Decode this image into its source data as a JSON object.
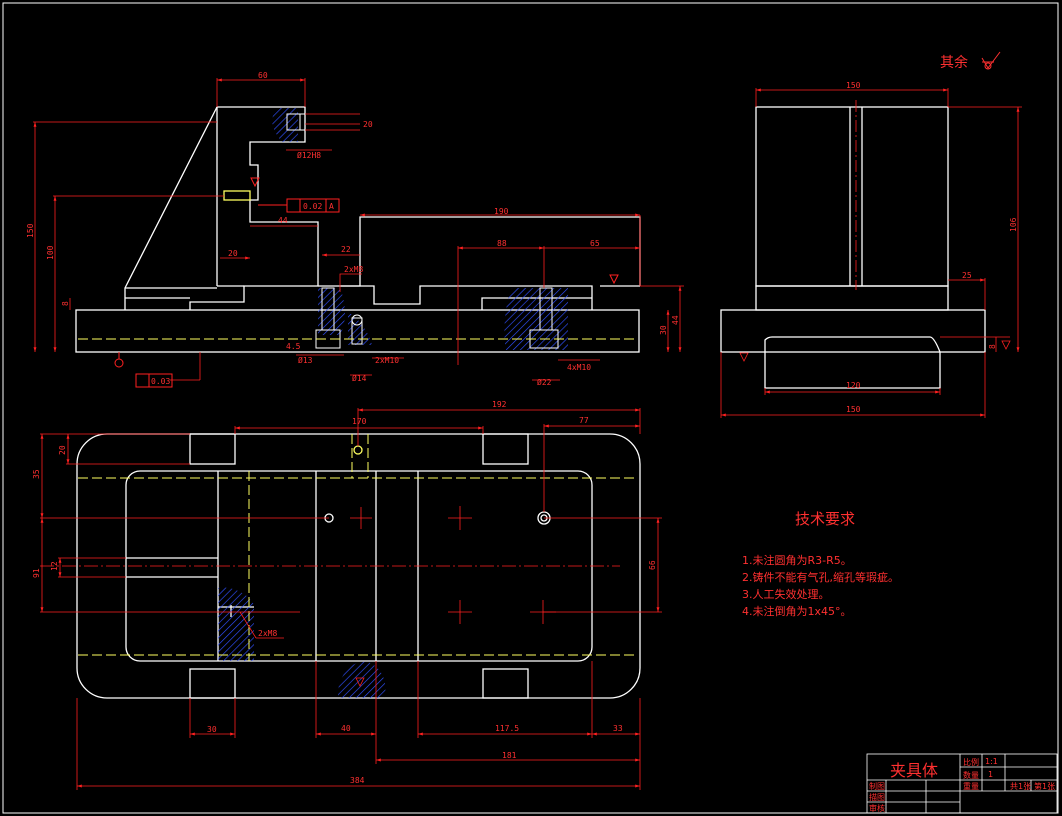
{
  "colors": {
    "background": "#000000",
    "outline": "#ffffff",
    "dimension": "#ff2020",
    "center": "#ffff60",
    "hatch": "#3050ff"
  },
  "surface_note": {
    "text": "其余"
  },
  "views": {
    "front": {
      "dims": [
        "60",
        "20",
        "Ø12H8",
        "150",
        "100",
        "8",
        "20",
        "44",
        "22",
        "2xM8",
        "190",
        "88",
        "65",
        "4.5",
        "Ø13",
        "Ø14",
        "2xM10",
        "4xM10",
        "Ø22",
        "30",
        "44",
        "0.02",
        "A",
        "0.03"
      ]
    },
    "side": {
      "dims": [
        "150",
        "106",
        "25",
        "120",
        "150",
        "8"
      ]
    },
    "top": {
      "dims": [
        "170",
        "192",
        "77",
        "20",
        "35",
        "12",
        "91",
        "2xM8",
        "66",
        "30",
        "40",
        "117.5",
        "33",
        "181",
        "384"
      ]
    }
  },
  "tech": {
    "title": "技术要求",
    "items": [
      "1.未注圆角为R3-R5。",
      "2.铸件不能有气孔,缩孔等瑕疵。",
      "3.人工失效处理。",
      "4.未注倒角为1x45°。"
    ]
  },
  "title_block": {
    "title": "夹具体",
    "scale_label": "比例",
    "scale_value": "1:1",
    "qty_label": "数量",
    "qty_value": "1",
    "weight_label": "重量",
    "sheet_label": "共1张",
    "sheet2_label": "第1张",
    "drawn_label": "制图",
    "design_label": "描图",
    "check_label": "审核"
  }
}
